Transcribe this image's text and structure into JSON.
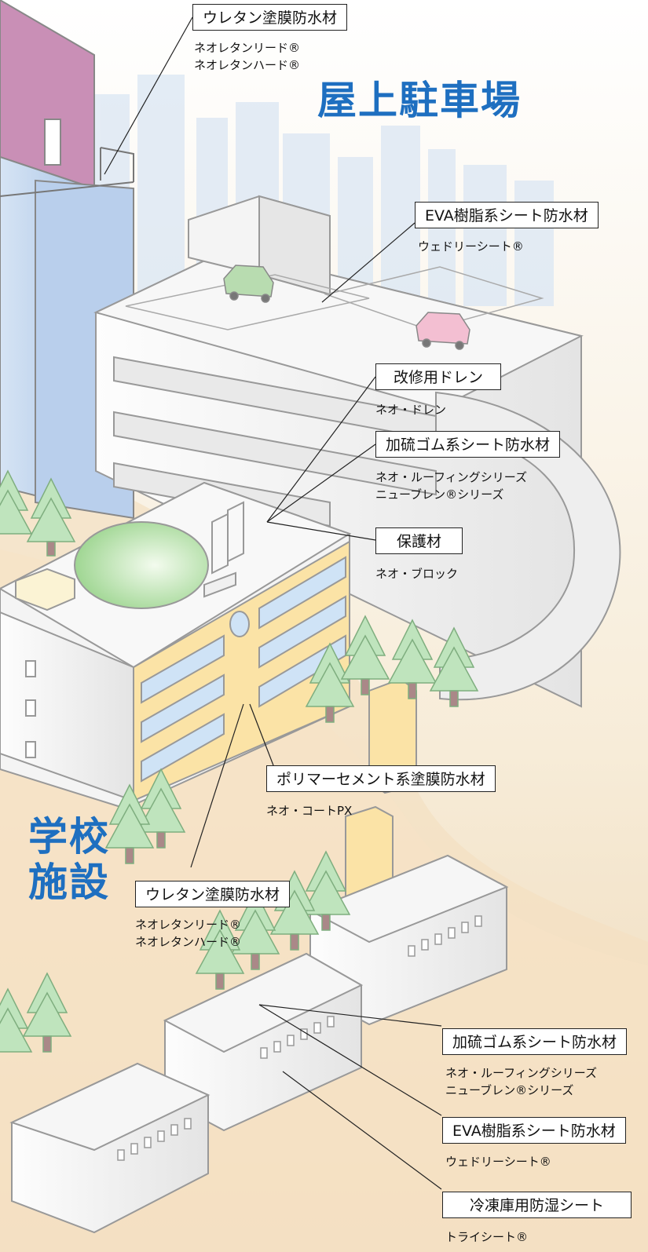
{
  "section_titles": {
    "rooftop_parking": "屋上駐車場",
    "school_line1": "学校",
    "school_line2": "施設"
  },
  "callouts": [
    {
      "title": "ウレタン塗膜防水材",
      "products": [
        "ネオレタンリード®",
        "ネオレタンハード®"
      ]
    },
    {
      "title": "EVA樹脂系シート防水材",
      "products": [
        "ウェドリーシート®"
      ]
    },
    {
      "title": "改修用ドレン",
      "products": [
        "ネオ・ドレン"
      ]
    },
    {
      "title": "加硫ゴム系シート防水材",
      "products": [
        "ネオ・ルーフィングシリーズ",
        "ニューブレン®シリーズ"
      ]
    },
    {
      "title": "保護材",
      "products": [
        "ネオ・ブロック"
      ]
    },
    {
      "title": "ポリマーセメント系塗膜防水材",
      "products": [
        "ネオ・コートPX"
      ]
    },
    {
      "title": "ウレタン塗膜防水材",
      "products": [
        "ネオレタンリード®",
        "ネオレタンハード®"
      ]
    },
    {
      "title": "加硫ゴム系シート防水材",
      "products": [
        "ネオ・ルーフィングシリーズ",
        "ニューブレン®シリーズ"
      ]
    },
    {
      "title": "EVA樹脂系シート防水材",
      "products": [
        "ウェドリーシート®"
      ]
    },
    {
      "title": "冷凍庫用防湿シート",
      "products": [
        "トライシート®"
      ]
    }
  ],
  "colors": {
    "accent": "#1e6fc0",
    "sky": "#dfeaf6",
    "ground": "#f4e0c0",
    "building": "#f2f2f2",
    "school_wall": "#fbe3a6",
    "tree": "#b5dfb5",
    "lawn": "#a8dca0",
    "roof_pink": "#c88ab4",
    "car_green": "#b8dcb0",
    "car_pink": "#f3bfd2"
  }
}
